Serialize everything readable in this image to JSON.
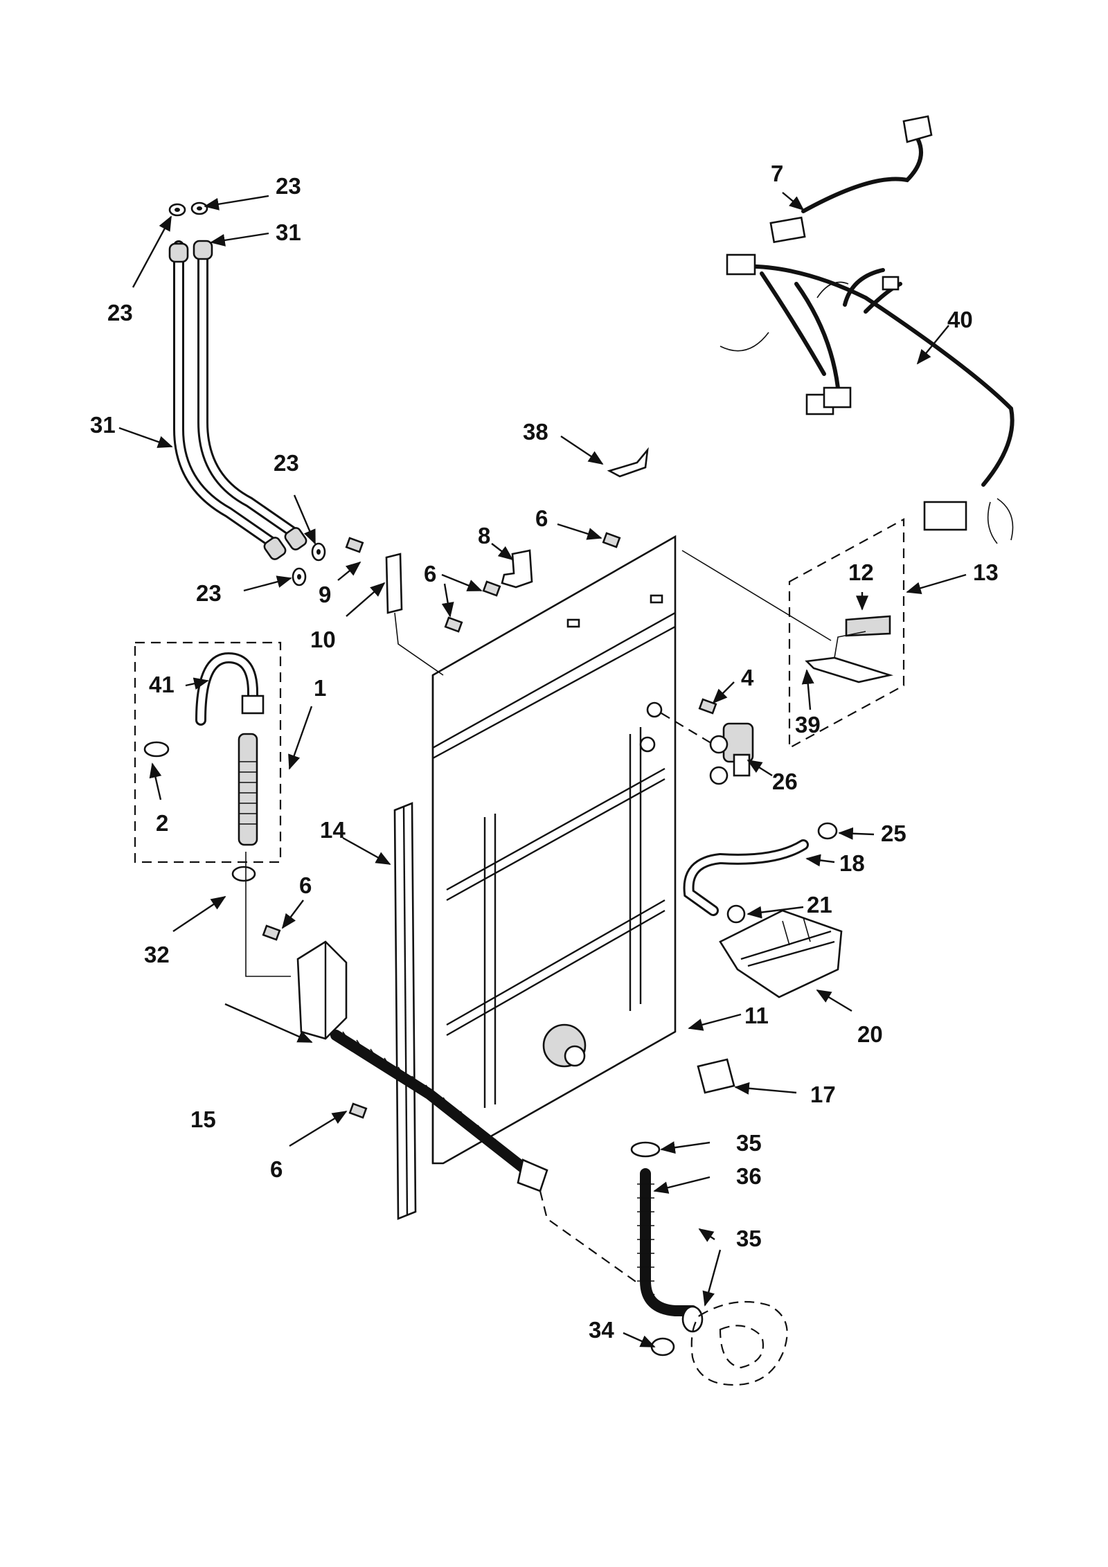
{
  "callouts": [
    {
      "id": "c23a",
      "text": "23"
    },
    {
      "id": "c31a",
      "text": "31"
    },
    {
      "id": "c23b",
      "text": "23"
    },
    {
      "id": "c31b",
      "text": "31"
    },
    {
      "id": "c23c",
      "text": "23"
    },
    {
      "id": "c23d",
      "text": "23"
    },
    {
      "id": "c9",
      "text": "9"
    },
    {
      "id": "c10",
      "text": "10"
    },
    {
      "id": "c41",
      "text": "41"
    },
    {
      "id": "c1",
      "text": "1"
    },
    {
      "id": "c2",
      "text": "2"
    },
    {
      "id": "c32",
      "text": "32"
    },
    {
      "id": "c6a",
      "text": "6"
    },
    {
      "id": "c15",
      "text": "15"
    },
    {
      "id": "c6b",
      "text": "6"
    },
    {
      "id": "c14",
      "text": "14"
    },
    {
      "id": "c38",
      "text": "38"
    },
    {
      "id": "c8",
      "text": "8"
    },
    {
      "id": "c6c",
      "text": "6"
    },
    {
      "id": "c6d",
      "text": "6"
    },
    {
      "id": "c7",
      "text": "7"
    },
    {
      "id": "c40",
      "text": "40"
    },
    {
      "id": "c12",
      "text": "12"
    },
    {
      "id": "c13",
      "text": "13"
    },
    {
      "id": "c39",
      "text": "39"
    },
    {
      "id": "c4",
      "text": "4"
    },
    {
      "id": "c26",
      "text": "26"
    },
    {
      "id": "c25",
      "text": "25"
    },
    {
      "id": "c18",
      "text": "18"
    },
    {
      "id": "c21",
      "text": "21"
    },
    {
      "id": "c20",
      "text": "20"
    },
    {
      "id": "c11",
      "text": "11"
    },
    {
      "id": "c17",
      "text": "17"
    },
    {
      "id": "c35a",
      "text": "35"
    },
    {
      "id": "c36",
      "text": "36"
    },
    {
      "id": "c35b",
      "text": "35"
    },
    {
      "id": "c34",
      "text": "34"
    }
  ]
}
